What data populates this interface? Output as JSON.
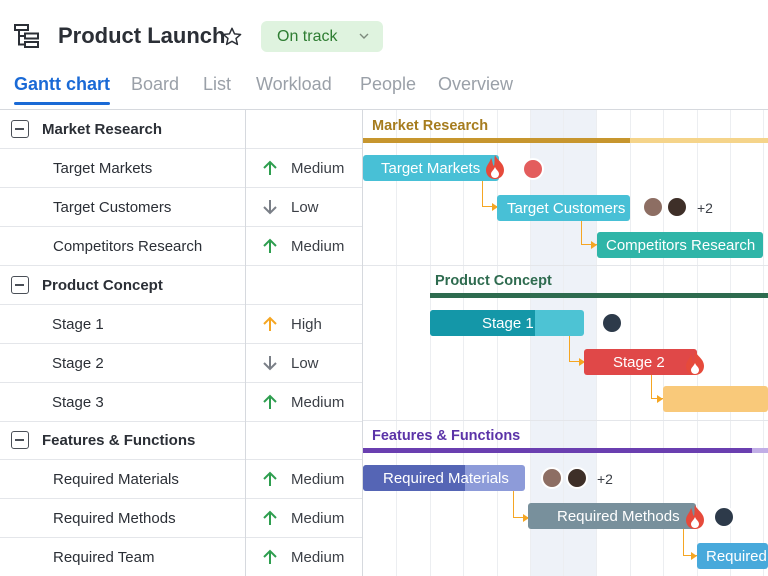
{
  "header": {
    "app_icon": "gantt-structure-icon",
    "title": "Product Launch",
    "favorite_icon": "star-outline-icon",
    "status": {
      "label": "On track",
      "icon": "chevron-down-icon",
      "color": "#2e7d32",
      "background": "#dff3df"
    }
  },
  "tabs": [
    {
      "label": "Gantt chart",
      "active": true
    },
    {
      "label": "Board",
      "active": false
    },
    {
      "label": "List",
      "active": false
    },
    {
      "label": "Workload",
      "active": false
    },
    {
      "label": "People",
      "active": false
    },
    {
      "label": "Overview",
      "active": false
    }
  ],
  "colors": {
    "accent": "#1a6ad6",
    "priority_up": "#2e9e4f",
    "priority_high": "#f5a623",
    "priority_down": "#7a7f87",
    "dependency": "#f5a623"
  },
  "groups": [
    {
      "name": "Market Research",
      "color": "#c7962e",
      "progress": 0.66,
      "tasks": [
        {
          "name": "Target Markets",
          "priority": "Medium",
          "priority_icon": "arrow-up-icon",
          "bar_label": "Target Markets",
          "bar_color": "#48c0d6",
          "progress": 1.0,
          "overdue": true,
          "extra_assignees": ""
        },
        {
          "name": "Target Customers",
          "priority": "Low",
          "priority_icon": "arrow-down-icon",
          "bar_label": "Target Customers",
          "bar_color": "#48c0d6",
          "progress": 1.0,
          "overdue": false,
          "extra_assignees": "+2"
        },
        {
          "name": "Competitors Research",
          "priority": "Medium",
          "priority_icon": "arrow-up-icon",
          "bar_label": "Competitors Research",
          "bar_color": "#2fb5a8",
          "progress": 1.0,
          "overdue": false,
          "extra_assignees": ""
        }
      ]
    },
    {
      "name": "Product Concept",
      "color": "#2e6b4f",
      "progress": 1.0,
      "tasks": [
        {
          "name": "Stage 1",
          "priority": "High",
          "priority_icon": "arrow-up-icon",
          "bar_label": "Stage 1",
          "bar_color": "#4dc3d4",
          "progress": 0.68,
          "overdue": false,
          "extra_assignees": ""
        },
        {
          "name": "Stage 2",
          "priority": "Low",
          "priority_icon": "arrow-down-icon",
          "bar_label": "Stage 2",
          "bar_color": "#e04848",
          "progress": 1.0,
          "overdue": true,
          "extra_assignees": ""
        },
        {
          "name": "Stage 3",
          "priority": "Medium",
          "priority_icon": "arrow-up-icon",
          "bar_label": "",
          "bar_color": "#f9c97a",
          "progress": 0.0,
          "overdue": false,
          "extra_assignees": ""
        }
      ]
    },
    {
      "name": "Features & Functions",
      "color": "#6a3fb0",
      "progress": 0.96,
      "tasks": [
        {
          "name": "Required Materials",
          "priority": "Medium",
          "priority_icon": "arrow-up-icon",
          "bar_label": "Required Materials",
          "bar_color": "#5b6bb8",
          "progress": 0.63,
          "overdue": false,
          "extra_assignees": "+2"
        },
        {
          "name": "Required Methods",
          "priority": "Medium",
          "priority_icon": "arrow-up-icon",
          "bar_label": "Required Methods",
          "bar_color": "#78909c",
          "progress": 1.0,
          "overdue": true,
          "extra_assignees": ""
        },
        {
          "name": "Required Team",
          "priority": "Medium",
          "priority_icon": "arrow-up-icon",
          "bar_label": "Required",
          "bar_color": "#48a9db",
          "progress": 1.0,
          "overdue": false,
          "extra_assignees": ""
        }
      ]
    }
  ]
}
